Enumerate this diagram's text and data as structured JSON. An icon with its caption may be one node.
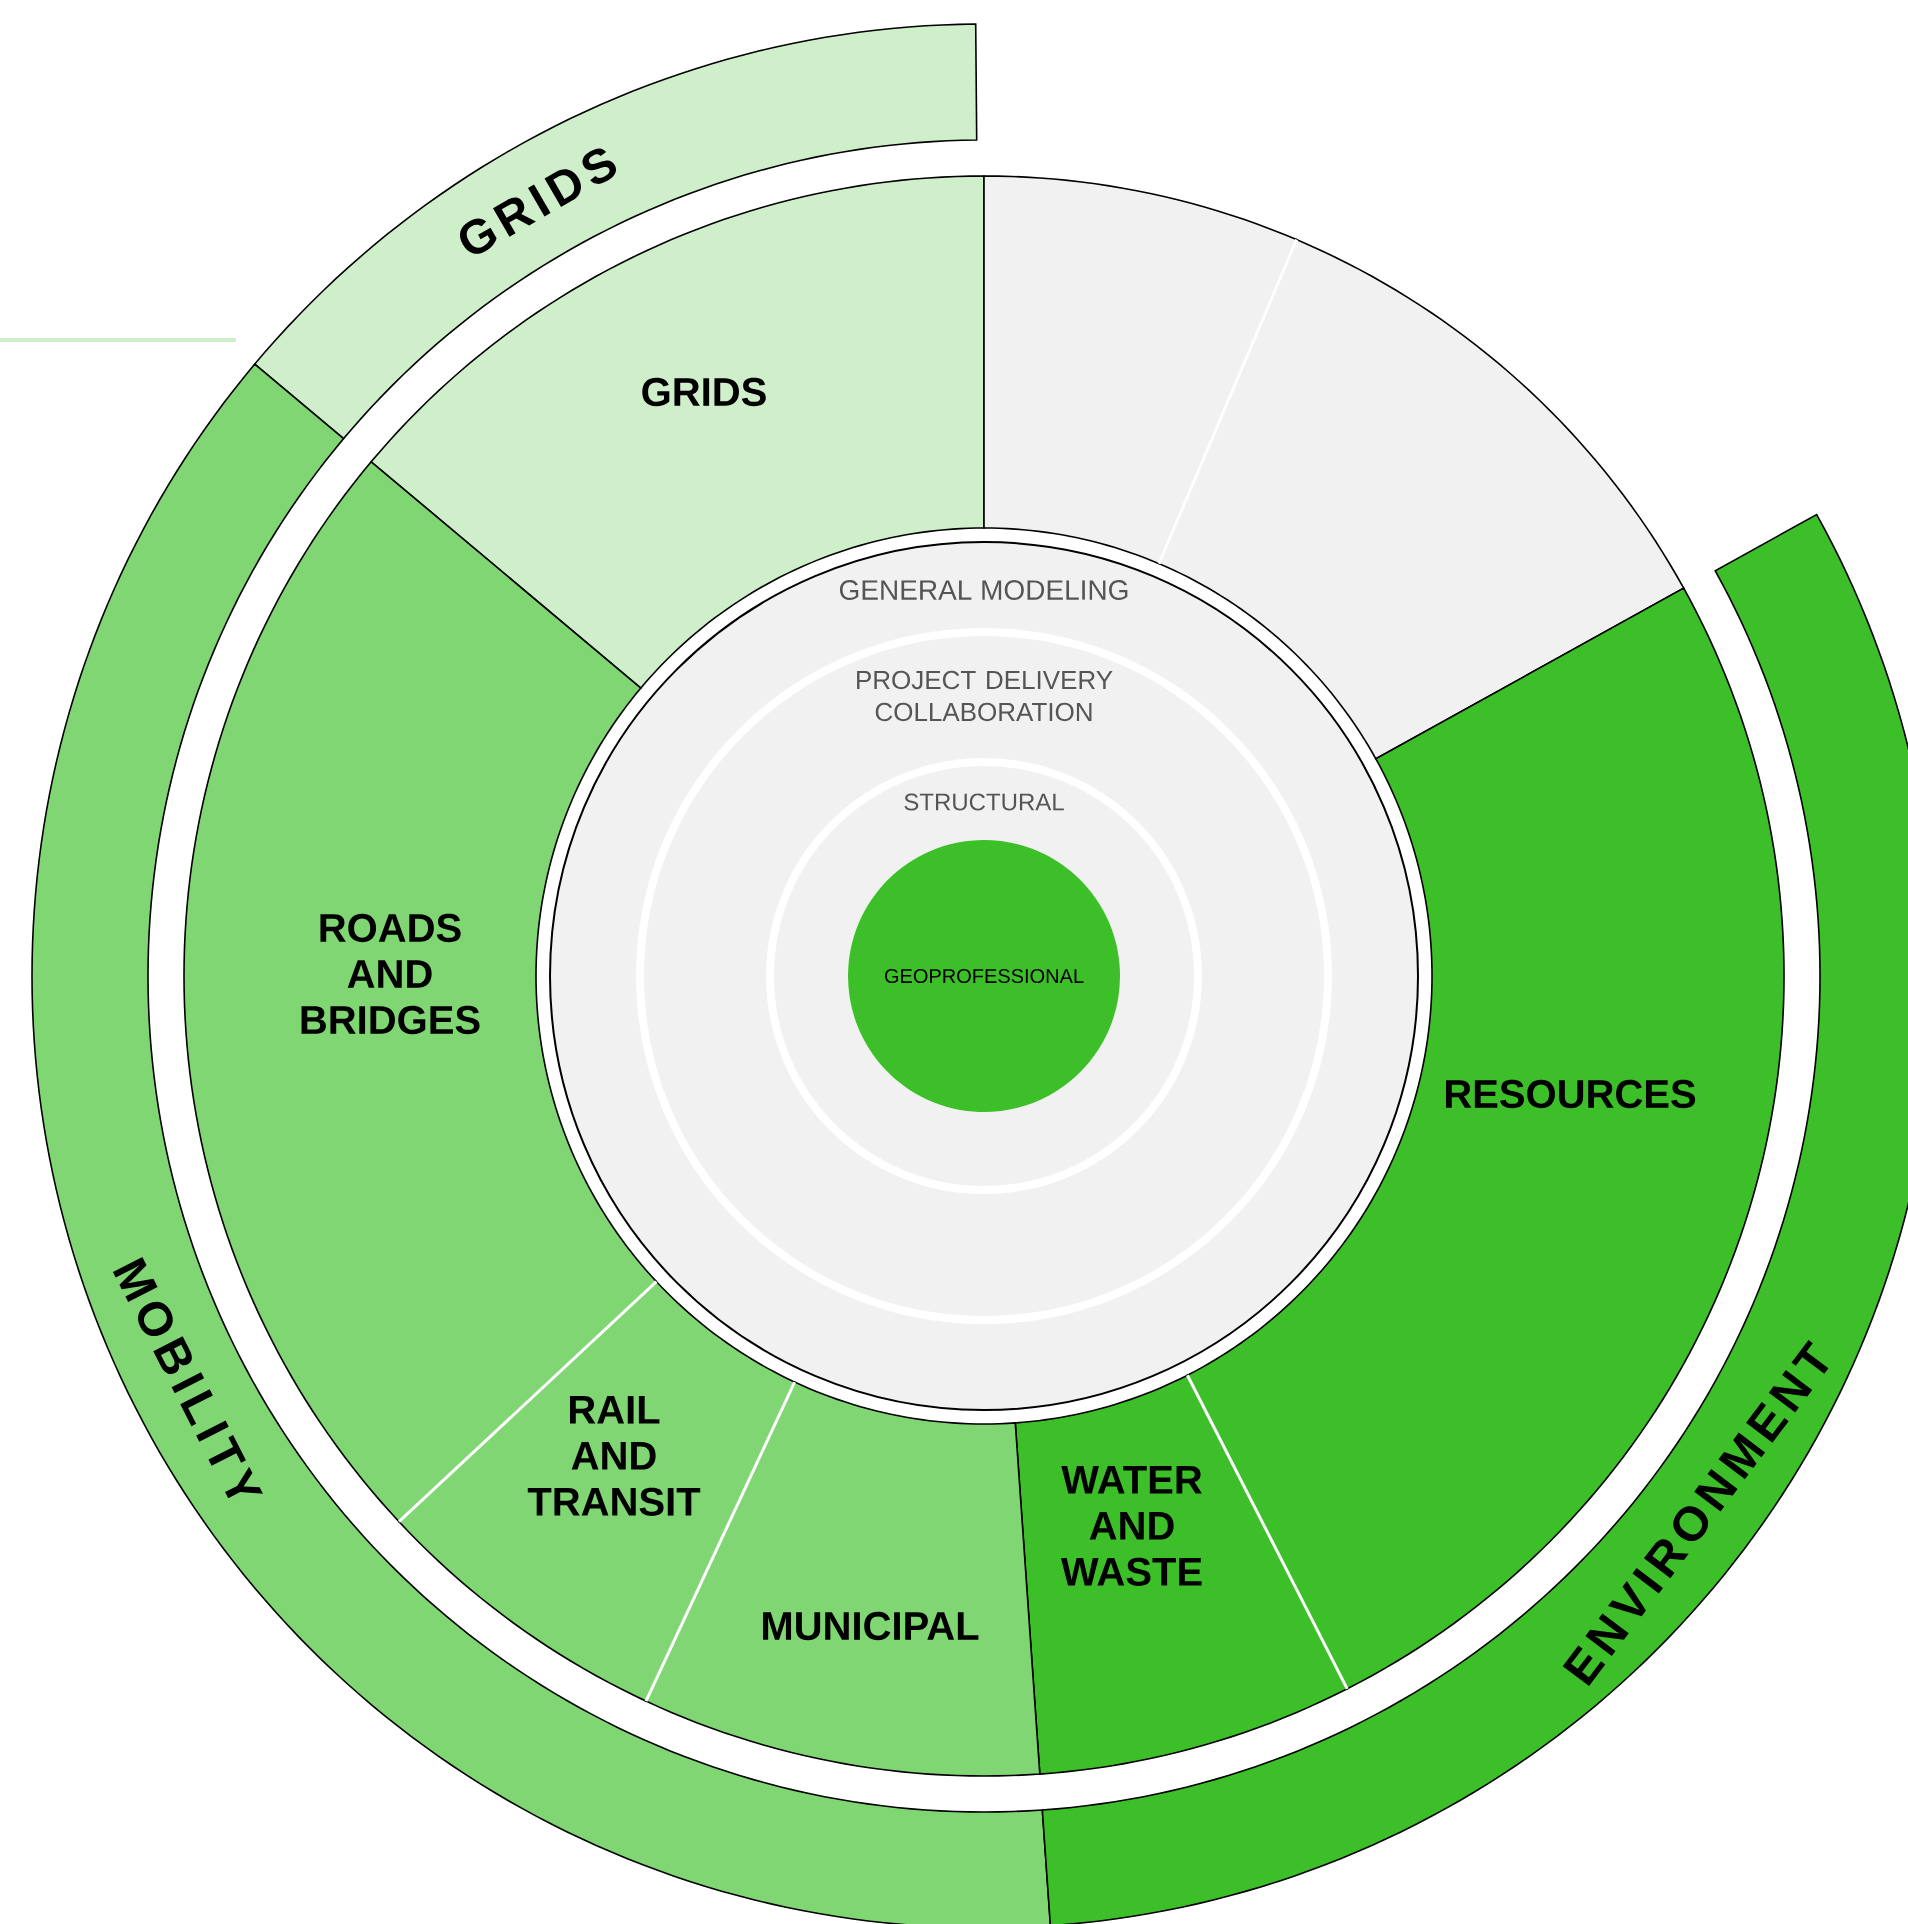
{
  "diagram": {
    "nodes": [
      {
        "text": [
          "GRIDS"
        ]
      },
      {
        "text": [
          "GRIDS"
        ]
      },
      {
        "text": [],
        "shape": "sector"
      },
      {
        "text": [],
        "shape": "sector"
      },
      {
        "text": [
          "GENERAL MODELING"
        ]
      },
      {
        "text": [
          "PROJECT DELIVERY COLLABORATION"
        ],
        "in": 4
      },
      {
        "text": [
          "STRUCTURAL"
        ],
        "in": 5
      },
      {
        "text": [
          "ROADS AND BRIDGES"
        ]
      },
      {
        "text": [
          "GEOPROFESSIONAL"
        ],
        "in": 6
      },
      {
        "text": [
          "RESOURCES"
        ]
      },
      {
        "text": [
          "MOBILITY"
        ]
      },
      {
        "text": [
          "RAIL AND TRANSIT"
        ]
      },
      {
        "text": [
          "WATER AND WASTE"
        ]
      },
      {
        "text": [
          "MUNICIPAL"
        ]
      },
      {
        "text": [
          "ENVIRONMENT"
        ]
      }
    ]
  }
}
